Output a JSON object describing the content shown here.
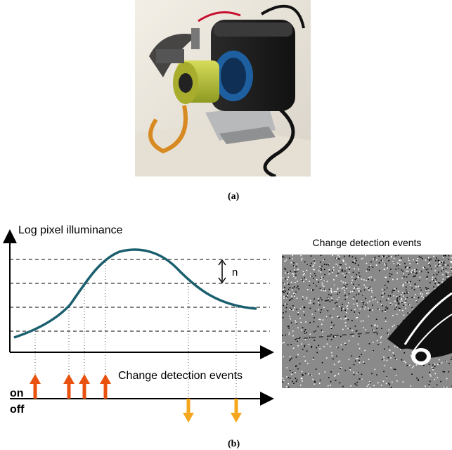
{
  "captions": {
    "a": "(a)",
    "b": "(b)"
  },
  "photo": {
    "icon": "event-camera-photo"
  },
  "diagram": {
    "y_axis_label": "Log pixel illuminance",
    "events_label": "Change detection events",
    "threshold_label": "n",
    "on_label": "on",
    "off_label": "off",
    "colors": {
      "curve": "#1a5f6e",
      "on_arrow": "#e8520e",
      "off_arrow": "#f4a71d",
      "axis": "#000000"
    }
  },
  "event_map": {
    "title": "Change detection events"
  }
}
